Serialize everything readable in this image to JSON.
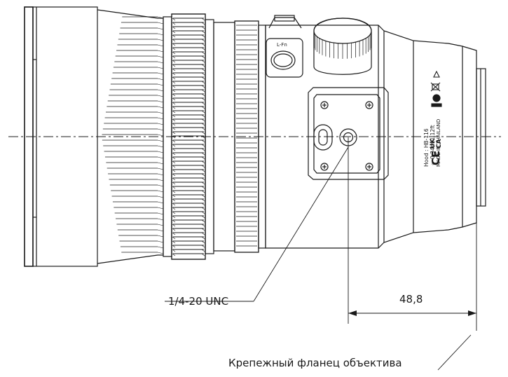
{
  "labels": {
    "thread": "1/4-20 UNC",
    "dimension": "48,8",
    "flange": "Крепежный фланец объектива"
  },
  "lens_markings": {
    "button": "L-Fn",
    "hood": "Hood : HB-116",
    "distance": "∞-0.34m/1.12ft",
    "made_in": "MADE IN THAILAND",
    "cert_ce": "CE",
    "cert_ukca_top": "UK",
    "cert_ukca_bottom": "CA"
  }
}
